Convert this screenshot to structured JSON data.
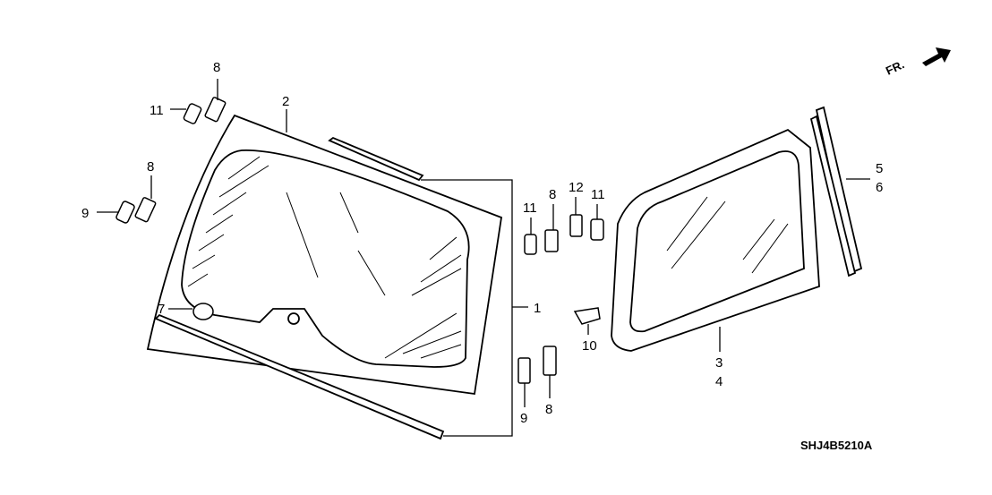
{
  "diagram": {
    "direction_label": "FR.",
    "diagram_code": "SHJ4B5210A",
    "callouts": {
      "clip_top_8": "8",
      "clip_top_11": "11",
      "back_glass_2": "2",
      "clip_left_8": "8",
      "fastener_left_9": "9",
      "stopper_7": "7",
      "bracket_1": "1",
      "clip_mid_11a": "11",
      "clip_mid_8": "8",
      "clip_mid_12": "12",
      "clip_mid_11b": "11",
      "clip_10": "10",
      "fastener_bottom_9": "9",
      "clip_bottom_8": "8",
      "quarter_glass_3": "3",
      "quarter_glass_4": "4",
      "molding_5": "5",
      "molding_6": "6"
    }
  }
}
